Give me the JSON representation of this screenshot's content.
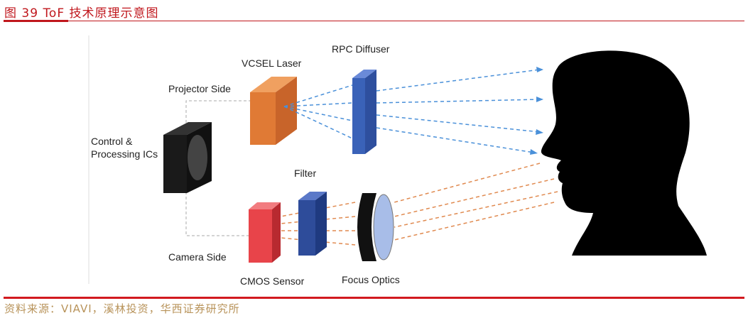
{
  "title": "图 39 ToF 技术原理示意图",
  "source": "资料来源：VIAVI，溪林投资，华西证券研究所",
  "labels": {
    "control_1": "Control &",
    "control_2": "Processing ICs",
    "projector_side": "Projector Side",
    "camera_side": "Camera Side",
    "vcsel": "VCSEL Laser",
    "rpc": "RPC Diffuser",
    "filter": "Filter",
    "cmos": "CMOS Sensor",
    "focus": "Focus Optics"
  },
  "colors": {
    "accent": "#c0171d",
    "source": "#b8935a",
    "vcsel": "#e07a35",
    "diffuser": "#3a62b8",
    "cmos": "#e8444a",
    "emit": "#4a90d9",
    "return": "#e08a50"
  }
}
